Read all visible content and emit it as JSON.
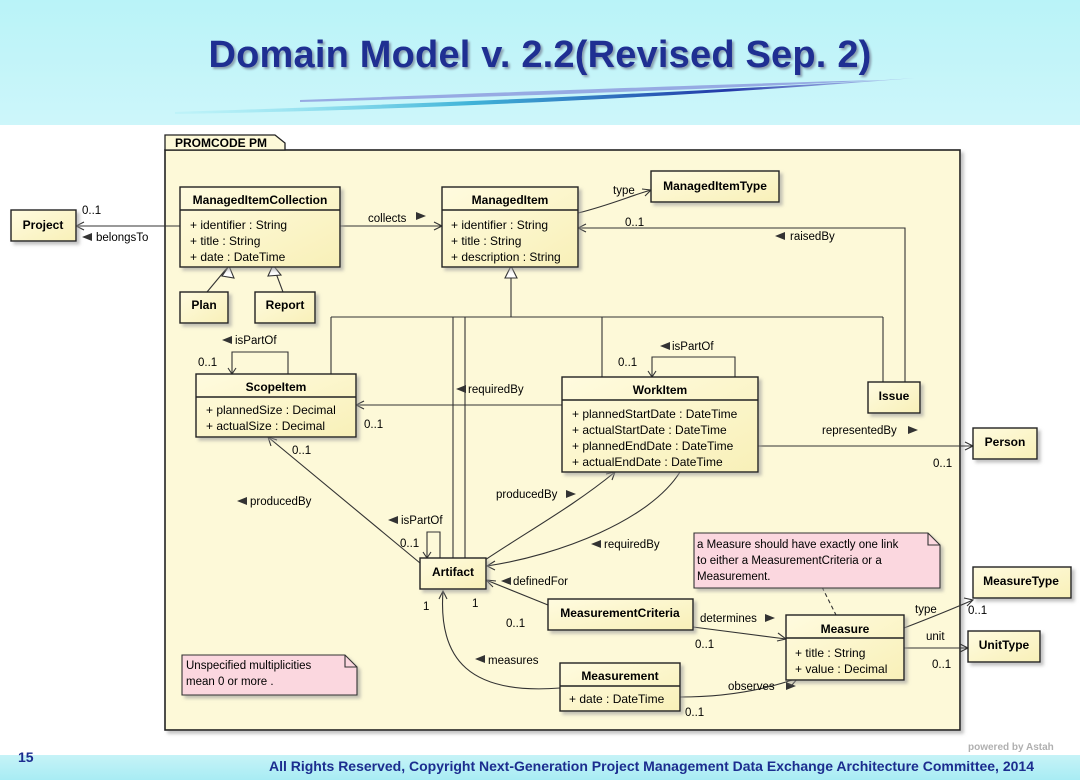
{
  "slide": {
    "title": "Domain Model v. 2.2(Revised Sep. 2)",
    "footer": "All Rights Reserved, Copyright Next-Generation Project Management Data Exchange Architecture Committee, 2014",
    "slide_number": "15",
    "watermark": "powered by Astah"
  },
  "colors": {
    "title": "#1f2f92",
    "header_bg": "#b9f3f8",
    "class_fill": "#fdf9d2",
    "note_fill": "#fbd7df",
    "frame_fill": "#fdf9d8"
  },
  "frame": {
    "label": "PROMCODE PM"
  },
  "classes": {
    "project": {
      "name": "Project"
    },
    "mic": {
      "name": "ManagedItemCollection",
      "attrs": [
        "+ identifier : String",
        "+ title : String",
        "+ date : DateTime"
      ]
    },
    "mi": {
      "name": "ManagedItem",
      "attrs": [
        "+ identifier : String",
        "+ title : String",
        "+ description : String"
      ]
    },
    "mit": {
      "name": "ManagedItemType"
    },
    "plan": {
      "name": "Plan"
    },
    "report": {
      "name": "Report"
    },
    "scope": {
      "name": "ScopeItem",
      "attrs": [
        "+ plannedSize : Decimal",
        "+ actualSize : Decimal"
      ]
    },
    "work": {
      "name": "WorkItem",
      "attrs": [
        "+ plannedStartDate : DateTime",
        "+ actualStartDate : DateTime",
        "+ plannedEndDate : DateTime",
        "+ actualEndDate : DateTime"
      ]
    },
    "issue": {
      "name": "Issue"
    },
    "person": {
      "name": "Person"
    },
    "artifact": {
      "name": "Artifact"
    },
    "mcrit": {
      "name": "MeasurementCriteria"
    },
    "measure": {
      "name": "Measure",
      "attrs": [
        "+ title : String",
        "+ value : Decimal"
      ]
    },
    "measurement": {
      "name": "Measurement",
      "attrs": [
        "+ date : DateTime"
      ]
    },
    "mtype": {
      "name": "MeasureType"
    },
    "utype": {
      "name": "UnitType"
    }
  },
  "labels": {
    "belongsTo": "belongsTo",
    "m01_project": "0..1",
    "collects": "collects",
    "type": "type",
    "m01_mit": "0..1",
    "raisedBy": "raisedBy",
    "isPartOf_scope": "isPartOf",
    "m01_scope": "0..1",
    "isPartOf_work": "isPartOf",
    "m01_work": "0..1",
    "requiredBy_top": "requiredBy",
    "m01_scope_req": "0..1",
    "representedBy": "representedBy",
    "m01_person": "0..1",
    "m01_scope_prod": "0..1",
    "producedBy_left": "producedBy",
    "producedBy_mid": "producedBy",
    "isPartOf_art": "isPartOf",
    "m01_art": "0..1",
    "requiredBy_bottom": "requiredBy",
    "definedFor": "definedFor",
    "m1_a": "1",
    "m1_b": "1",
    "m01_mcrit": "0..1",
    "determines": "determines",
    "m01_det": "0..1",
    "measures": "measures",
    "observes": "observes",
    "m01_obs": "0..1",
    "type_measure": "type",
    "m01_mtype": "0..1",
    "unit": "unit",
    "m01_utype": "0..1"
  },
  "notes": {
    "measure_note": [
      "a Measure should have exactly one link",
      "to either a MeasurementCriteria or a",
      "Measurement."
    ],
    "multiplicity_note": [
      "Unspecified  multiplicities",
      "mean 0 or more ."
    ]
  }
}
